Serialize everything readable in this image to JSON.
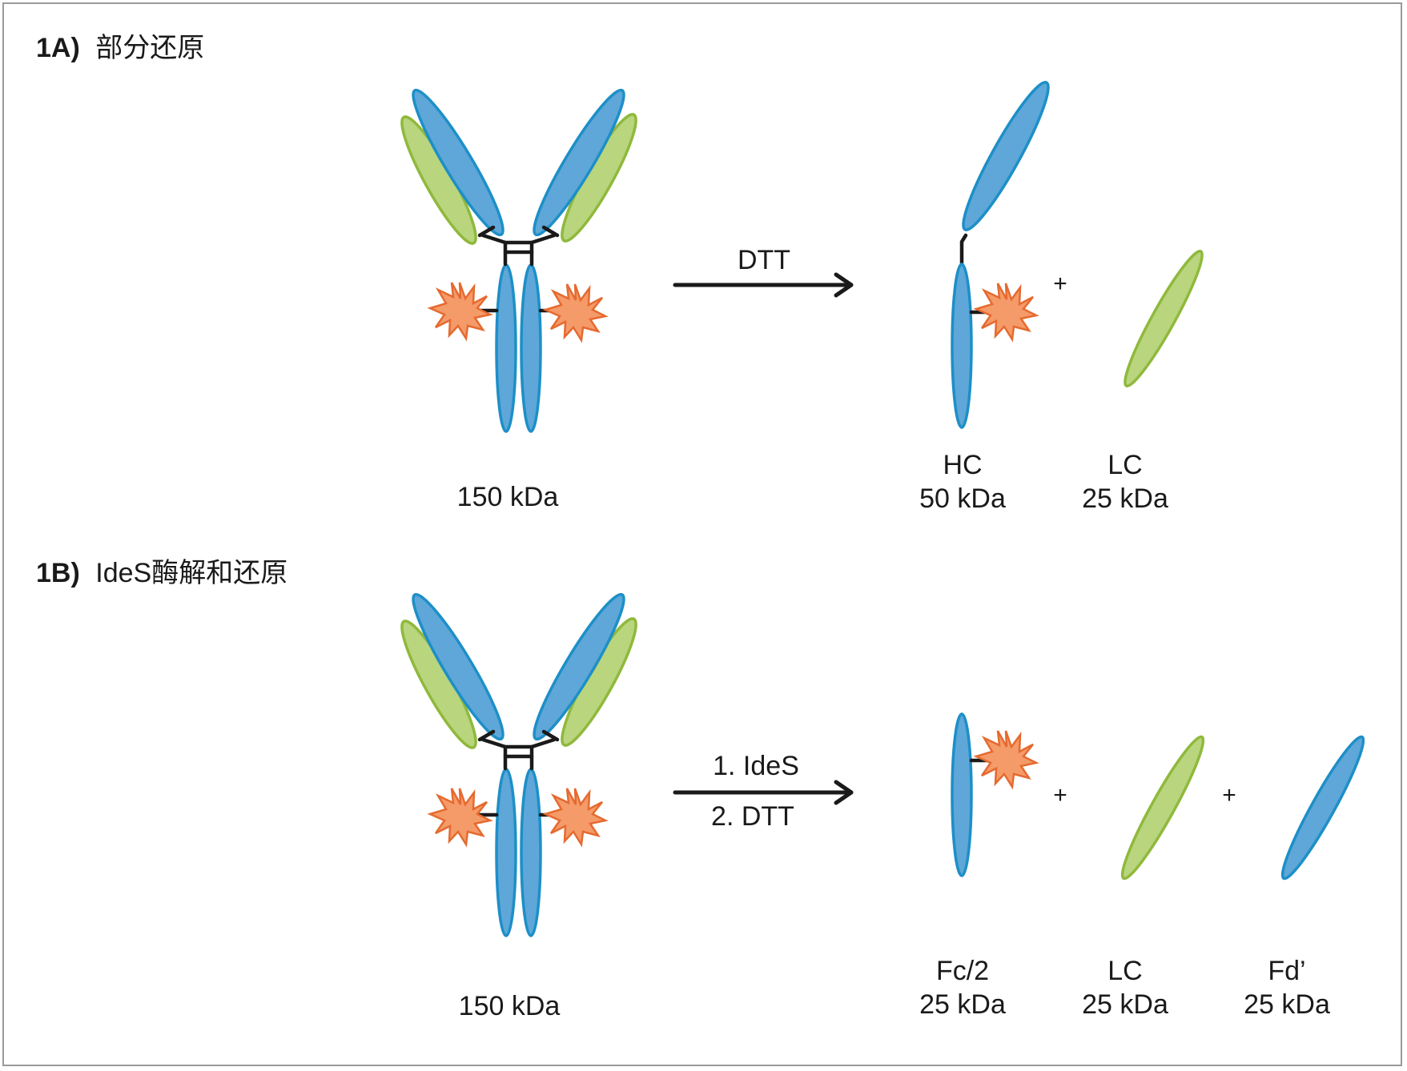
{
  "panel_a": {
    "id": "1A)",
    "title": "部分还原",
    "antibody_mass": "150 kDa",
    "reagent": "DTT",
    "plus": "+",
    "products": [
      {
        "name": "HC",
        "mass": "50 kDa"
      },
      {
        "name": "LC",
        "mass": "25 kDa"
      }
    ]
  },
  "panel_b": {
    "id": "1B)",
    "title": "IdeS酶解和还原",
    "antibody_mass": "150 kDa",
    "step1": "1. IdeS",
    "step2": "2. DTT",
    "plus": "+",
    "products": [
      {
        "name": "Fc/2",
        "mass": "25 kDa"
      },
      {
        "name": "LC",
        "mass": "25 kDa"
      },
      {
        "name": "Fd’",
        "mass": "25 kDa"
      }
    ]
  },
  "colors": {
    "heavy_chain_fill": "#5ea7d8",
    "heavy_chain_stroke": "#1d8fc7",
    "light_chain_fill": "#b9d57e",
    "light_chain_stroke": "#8fb93c",
    "drug_fill": "#f59a69",
    "drug_stroke": "#e56a2f"
  }
}
